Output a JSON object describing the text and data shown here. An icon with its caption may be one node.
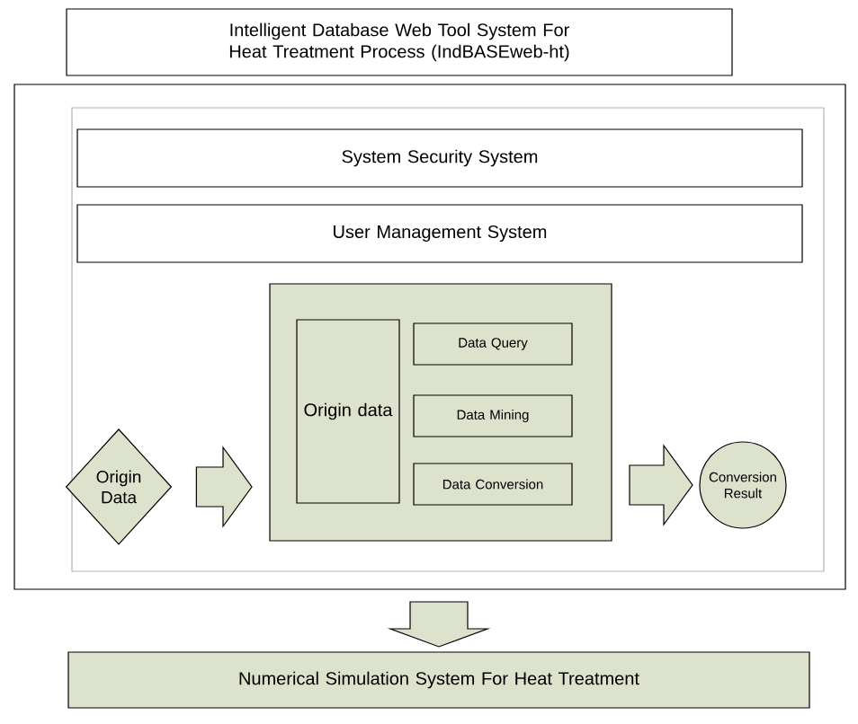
{
  "diagram": {
    "nodes": [
      {
        "text": [
          "Intelligent Database Web Tool System For Heat Treatment Process (IndBASEweb-ht)"
        ]
      },
      {
        "text": [],
        "shape": "box"
      },
      {
        "text": [],
        "shape": "box",
        "in": 1
      },
      {
        "text": [
          "System Security System"
        ],
        "in": 2
      },
      {
        "text": [
          "User Management System"
        ],
        "in": 2
      },
      {
        "text": [
          "Origin Data"
        ],
        "in": 2
      },
      {
        "text": [],
        "shape": "box",
        "in": 2
      },
      {
        "text": [
          "Origin data"
        ],
        "in": 6
      },
      {
        "text": [
          "Data Query"
        ],
        "in": 6
      },
      {
        "text": [
          "Data Mining"
        ],
        "in": 6
      },
      {
        "text": [
          "Data Conversion"
        ],
        "in": 6
      },
      {
        "text": [
          "Conversion Result"
        ],
        "in": 2
      },
      {
        "text": [
          "Numerical Simulation System For Heat Treatment"
        ]
      }
    ],
    "edges": [
      {
        "from": 5,
        "to": 6,
        "arrow": "to"
      },
      {
        "from": 6,
        "to": 11,
        "arrow": "to"
      },
      {
        "from": 1,
        "to": 12,
        "arrow": "to"
      }
    ]
  }
}
